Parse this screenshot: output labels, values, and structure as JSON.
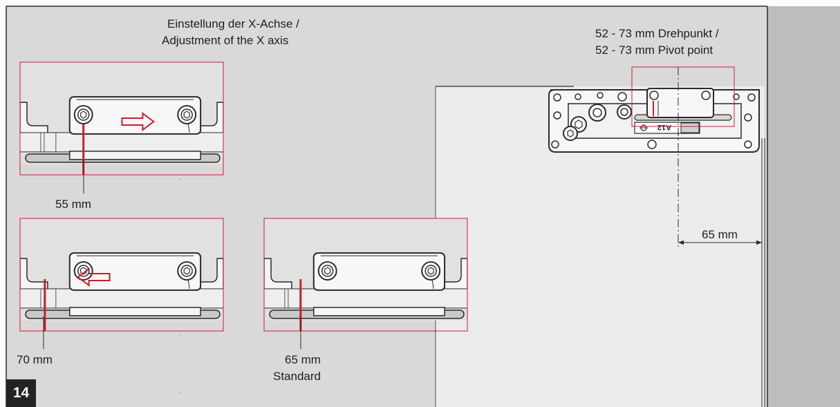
{
  "title_de": "Einstellung der X-Achse /",
  "title_en": "Adjustment of the X axis",
  "pivot_de": "52 - 73 mm Drehpunkt /",
  "pivot_en": "52 - 73 mm Pivot point",
  "label_55": "55 mm",
  "label_70": "70 mm",
  "label_65_value": "65 mm",
  "label_65_sub": "Standard",
  "dim_65": "65 mm",
  "plate_text": "A12",
  "step_number": "14",
  "colors": {
    "background": "#d9d9da",
    "door": "#ececec",
    "frame": "#bdbdbf",
    "accent": "#c8202a",
    "line": "#2a2a2a"
  }
}
